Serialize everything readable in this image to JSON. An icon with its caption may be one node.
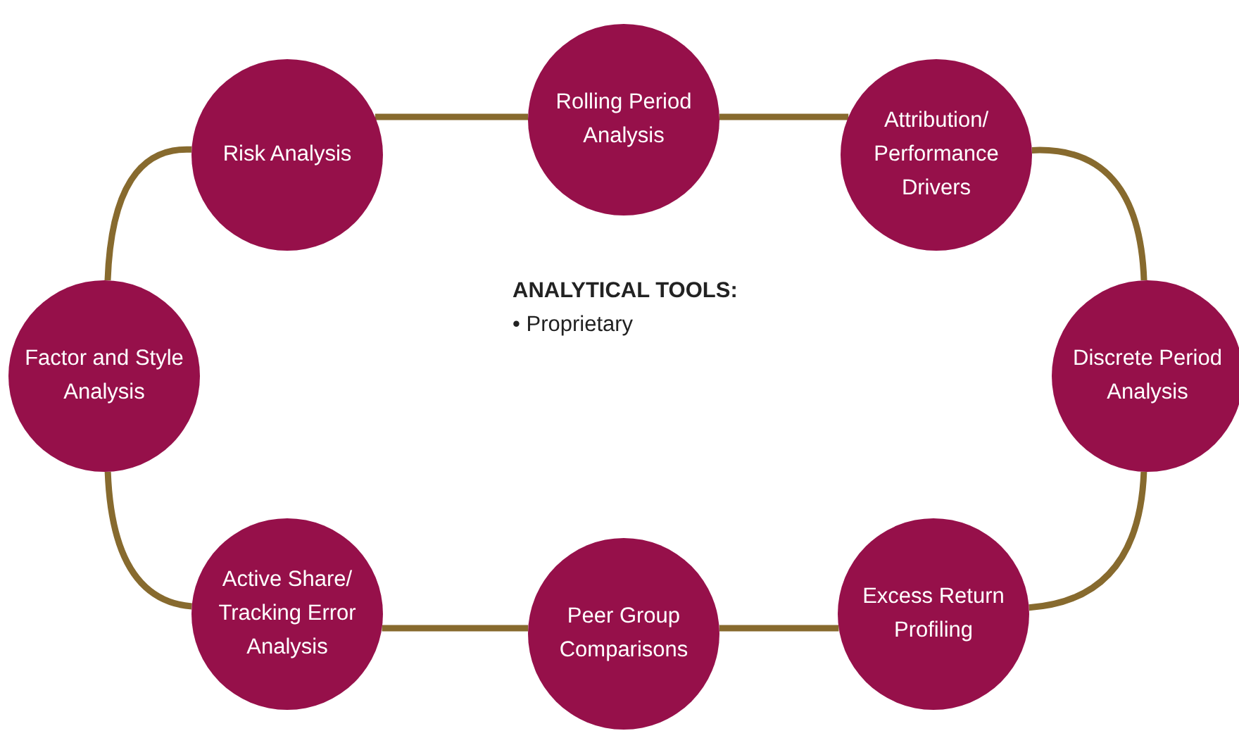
{
  "diagram": {
    "nodes": [
      {
        "text": [
          "Risk Analysis"
        ]
      },
      {
        "text": [
          "Rolling Period Analysis"
        ]
      },
      {
        "text": [
          "Attribution/ Performance Drivers"
        ]
      },
      {
        "text": [
          "Factor and Style Analysis"
        ]
      },
      {
        "text": [
          "Discrete Period Analysis"
        ]
      },
      {
        "text": [
          "Active Share/ Tracking Error Analysis"
        ]
      },
      {
        "text": [
          "Peer Group Comparisons"
        ]
      },
      {
        "text": [
          "Excess Return Profiling"
        ]
      }
    ],
    "edges": [
      {
        "from": 0,
        "to": 1,
        "arrow": "none"
      },
      {
        "from": 1,
        "to": 2,
        "arrow": "none"
      },
      {
        "from": 2,
        "to": 4,
        "arrow": "none"
      },
      {
        "from": 4,
        "to": 7,
        "arrow": "none"
      },
      {
        "from": 7,
        "to": 6,
        "arrow": "none"
      },
      {
        "from": 6,
        "to": 5,
        "arrow": "none"
      },
      {
        "from": 5,
        "to": 3,
        "arrow": "none"
      },
      {
        "from": 3,
        "to": 0,
        "arrow": "none"
      }
    ],
    "labels": [
      "ANALYTICAL TOOLS:",
      "• Proprietary"
    ]
  }
}
